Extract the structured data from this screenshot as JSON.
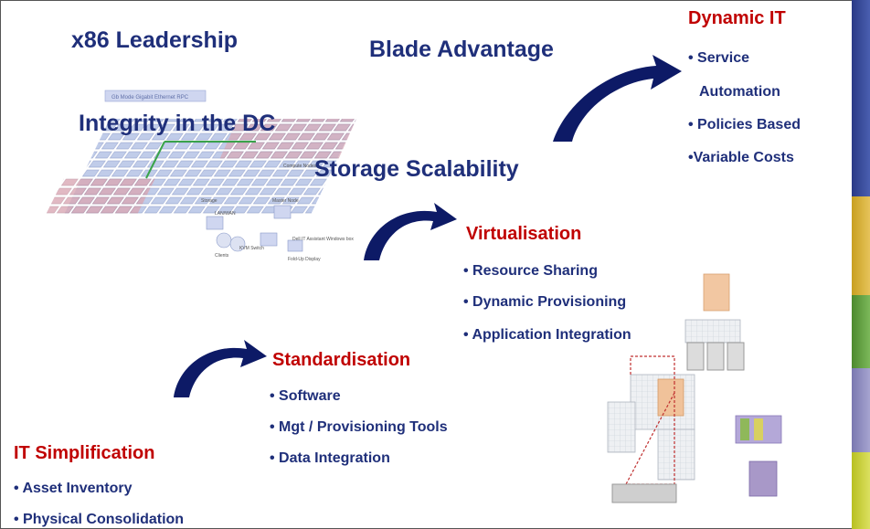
{
  "headings": {
    "x86": "x86 Leadership",
    "blade": "Blade Advantage",
    "integrity": "Integrity in the DC",
    "storage": "Storage Scalability"
  },
  "sections": {
    "dynamic_it": {
      "title": "Dynamic IT",
      "items": [
        "• Service",
        "Automation",
        "• Policies Based",
        "•Variable Costs"
      ]
    },
    "virtualisation": {
      "title": "Virtualisation",
      "items": [
        "• Resource Sharing",
        "• Dynamic Provisioning",
        "• Application Integration"
      ]
    },
    "standardisation": {
      "title": "Standardisation",
      "items": [
        "• Software",
        "• Mgt / Provisioning Tools",
        "• Data Integration"
      ]
    },
    "it_simplification": {
      "title": "IT Simplification",
      "items": [
        "• Asset Inventory",
        "• Physical Consolidation"
      ]
    }
  },
  "diagram_labels": {
    "top": "Gb Mode Gigabit Ethernet RPC",
    "compute": "Compute Nodes",
    "storage": "Storage",
    "master": "Master Node",
    "clients": "Clients",
    "kvm": "KVM Switch",
    "assistant": "Dell IT Assistant Windows box",
    "display": "Fold-Up Display",
    "lan": "LAN/WAN"
  },
  "colors": {
    "title_red": "#c00000",
    "text_navy": "#1f2f7a",
    "arrow_navy": "#0d1a66"
  }
}
